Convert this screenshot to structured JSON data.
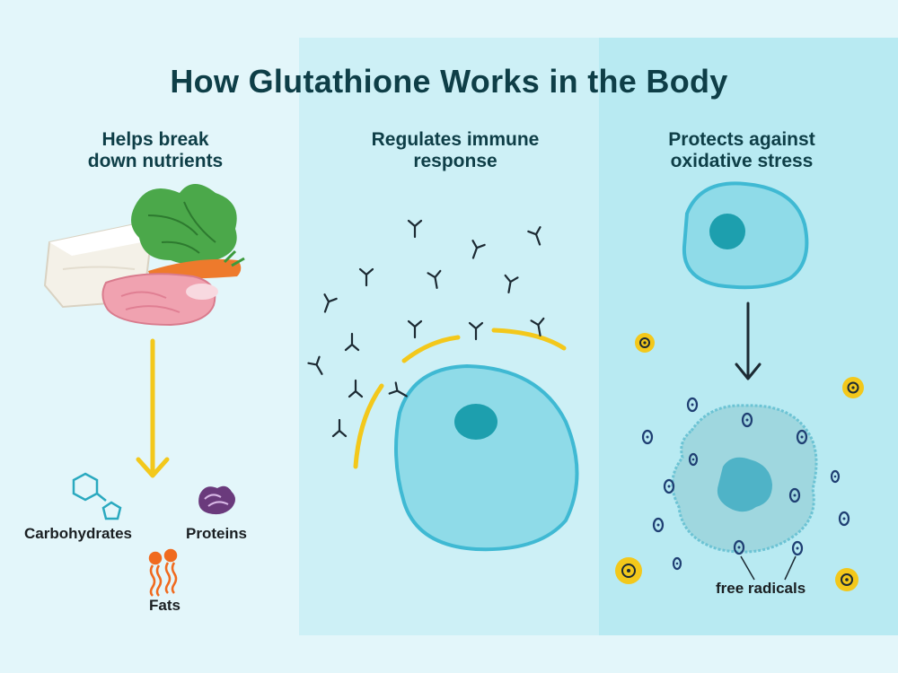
{
  "title": "How Glutathione Works in the Body",
  "panels": [
    {
      "heading_line1": "Helps break",
      "heading_line2": "down nutrients"
    },
    {
      "heading_line1": "Regulates immune",
      "heading_line2": "response"
    },
    {
      "heading_line1": "Protects against",
      "heading_line2": "oxidative stress"
    }
  ],
  "labels": {
    "carbohydrates": "Carbohydrates",
    "proteins": "Proteins",
    "fats": "Fats",
    "free_radicals": "free radicals"
  },
  "colors": {
    "panel_bg_left": "#e3f6fa",
    "panel_bg_mid": "#cdf0f6",
    "panel_bg_right": "#b8eaf2",
    "cell_fill": "#8fdbe8",
    "cell_outline": "#3fb9d3",
    "nucleus": "#1d9fae",
    "arrow_yellow": "#f3c81b",
    "carb_teal": "#2aa9bf",
    "protein_purple": "#6a3a7c",
    "fat_orange": "#f06a1e",
    "title_text": "#0e3e47"
  },
  "icons": [
    "food-group-icon",
    "carbohydrate-molecule-icon",
    "protein-icon",
    "fat-molecule-icon",
    "antibody-icon",
    "cell-icon",
    "free-radical-icon"
  ]
}
